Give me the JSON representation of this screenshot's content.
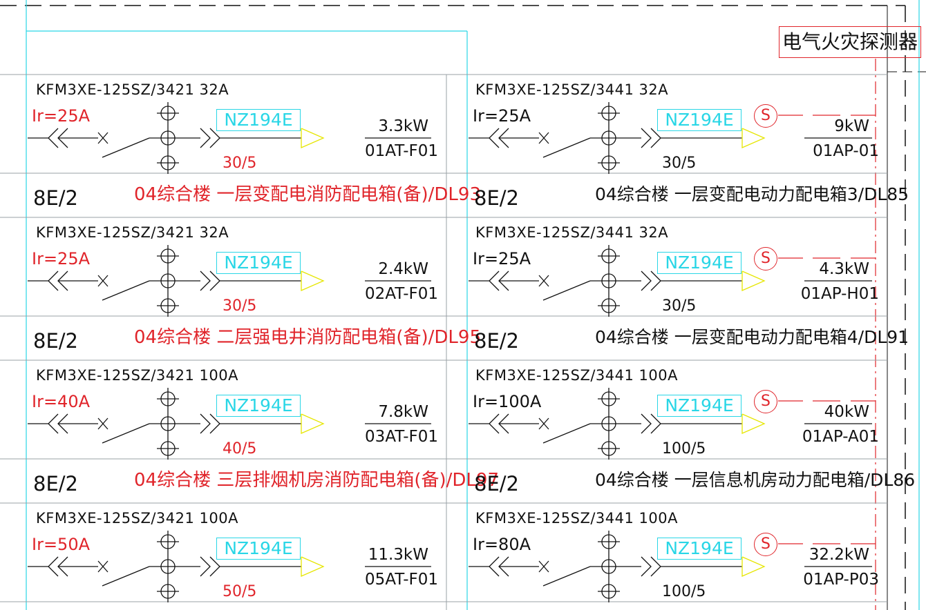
{
  "detector_label": "电气火灾探测器",
  "left_circuits": [
    {
      "breaker": "KFM3XE-125SZ/3421 32A",
      "ir": "Ir=25A",
      "meter": "NZ194E",
      "ct": "30/5",
      "power": "3.3kW",
      "panel": "01AT-F01",
      "cable": "8E/2",
      "desc": "04综合楼 一层变配电消防配电箱(备)/DL93"
    },
    {
      "breaker": "KFM3XE-125SZ/3421 32A",
      "ir": "Ir=25A",
      "meter": "NZ194E",
      "ct": "30/5",
      "power": "2.4kW",
      "panel": "02AT-F01",
      "cable": "8E/2",
      "desc": "04综合楼 二层强电井消防配电箱(备)/DL95"
    },
    {
      "breaker": "KFM3XE-125SZ/3421 100A",
      "ir": "Ir=40A",
      "meter": "NZ194E",
      "ct": "40/5",
      "power": "7.8kW",
      "panel": "03AT-F01",
      "cable": "8E/2",
      "desc": "04综合楼 三层排烟机房消防配电箱(备)/DL97"
    },
    {
      "breaker": "KFM3XE-125SZ/3421 100A",
      "ir": "Ir=50A",
      "meter": "NZ194E",
      "ct": "50/5",
      "power": "11.3kW",
      "panel": "05AT-F01"
    }
  ],
  "right_circuits": [
    {
      "breaker": "KFM3XE-125SZ/3441 32A",
      "ir": "Ir=25A",
      "meter": "NZ194E",
      "ct": "30/5",
      "s": "S",
      "power": "9kW",
      "panel": "01AP-01",
      "cable": "8E/2",
      "desc": "04综合楼 一层变配电动力配电箱3/DL85"
    },
    {
      "breaker": "KFM3XE-125SZ/3441 32A",
      "ir": "Ir=25A",
      "meter": "NZ194E",
      "ct": "30/5",
      "s": "S",
      "power": "4.3kW",
      "panel": "01AP-H01",
      "cable": "8E/2",
      "desc": "04综合楼 一层变配电动力配电箱4/DL91"
    },
    {
      "breaker": "KFM3XE-125SZ/3441 100A",
      "ir": "Ir=100A",
      "meter": "NZ194E",
      "ct": "100/5",
      "s": "S",
      "power": "40kW",
      "panel": "01AP-A01",
      "cable": "8E/2",
      "desc": "04综合楼 一层信息机房动力配电箱/DL86"
    },
    {
      "breaker": "KFM3XE-125SZ/3441 100A",
      "ir": "Ir=80A",
      "meter": "NZ194E",
      "ct": "100/5",
      "s": "S",
      "power": "32.2kW",
      "panel": "01AP-P03"
    }
  ],
  "colors": {
    "red": "#e0242a",
    "cyan": "#29d6e6",
    "yellow": "#e6e600",
    "grid": "#9aa0a6"
  }
}
